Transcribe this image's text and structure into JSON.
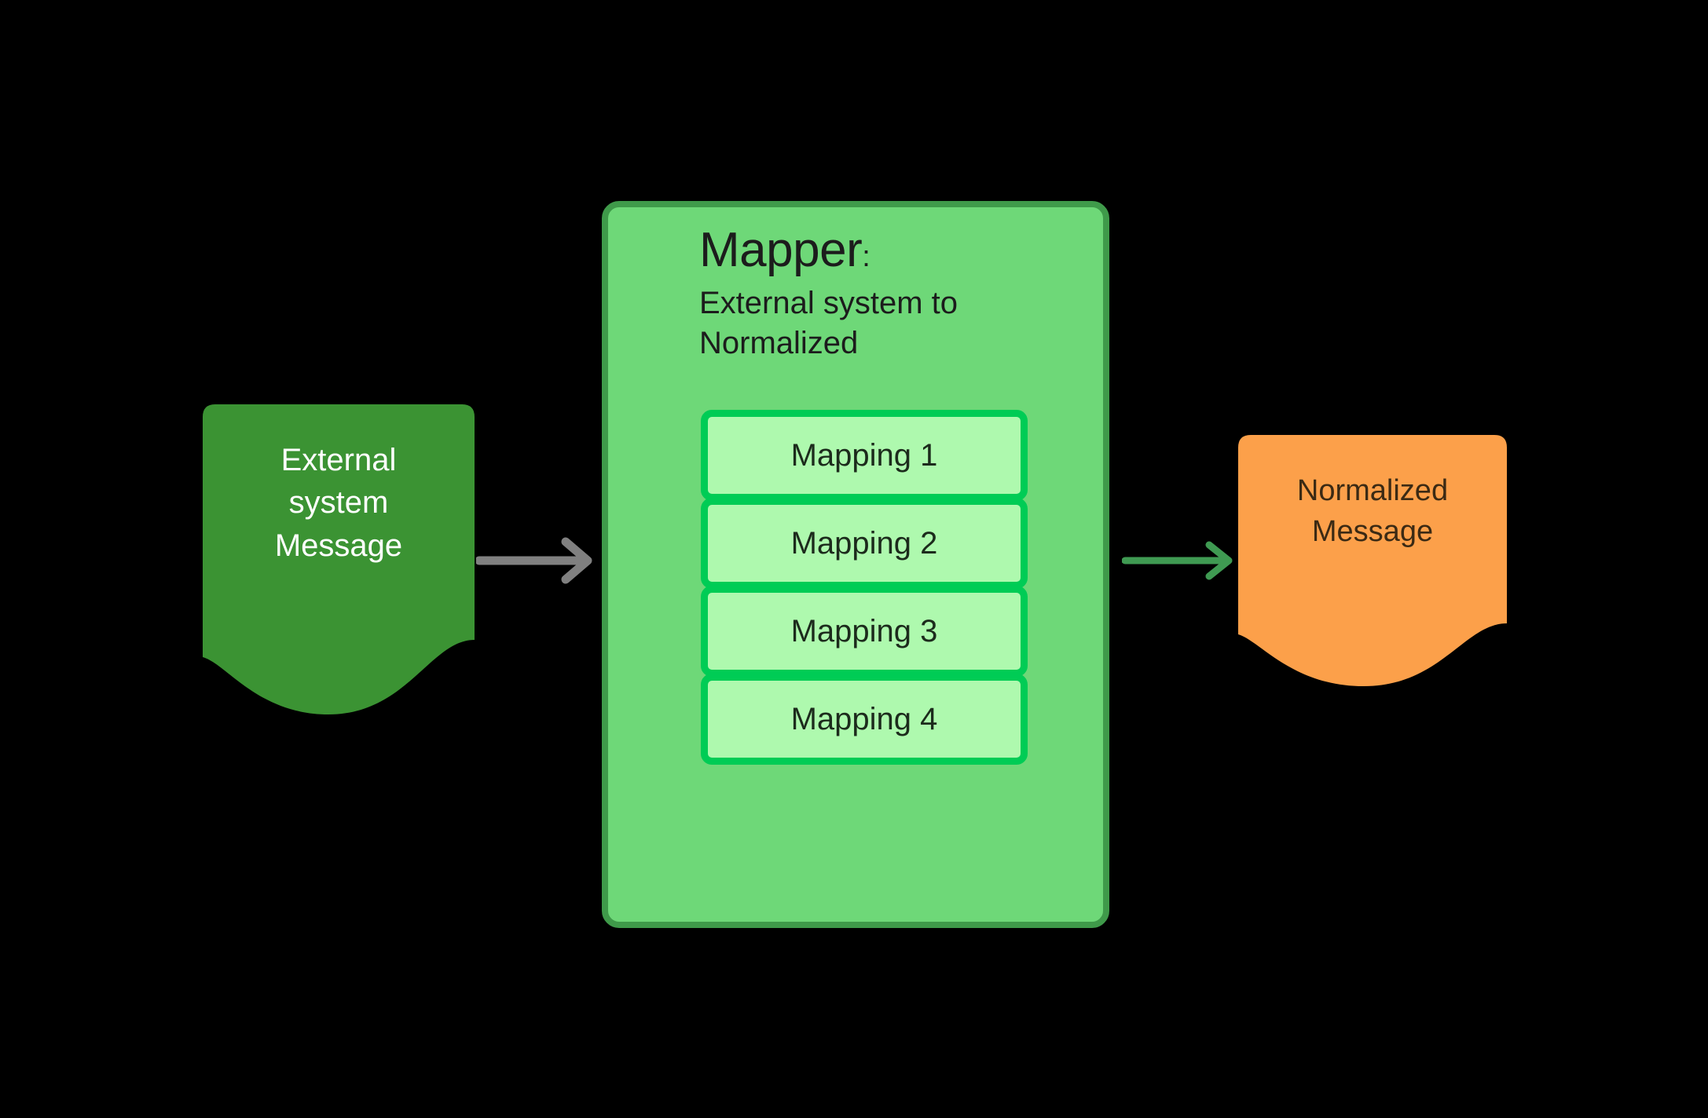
{
  "diagram": {
    "title": "Mapper: External system to Normalized",
    "background_color": "#000000",
    "source_document": {
      "icon": "document-shape-icon",
      "label": "External\nsystem\nMessage",
      "fill_color": "#3B9333",
      "text_color": "#FFFFFF"
    },
    "mapper": {
      "title": "Mapper",
      "title_colon": ":",
      "subtitle": "External system to\nNormalized",
      "fill_color": "#6ED878",
      "border_color": "#3F9A4A",
      "text_color": "#1C1C1C",
      "mappings": [
        {
          "label": "Mapping 1"
        },
        {
          "label": "Mapping 2"
        },
        {
          "label": "Mapping 3"
        },
        {
          "label": "Mapping 4"
        }
      ],
      "mapping_fill_color": "#AEF9AE",
      "mapping_border_color": "#00CC55",
      "mapping_text_color": "#1C2B1C"
    },
    "target_document": {
      "icon": "document-shape-icon",
      "label": "Normalized\nMessage",
      "fill_color": "#FCA04A",
      "text_color": "#3B2A14"
    },
    "arrows": [
      {
        "name": "source-to-mapper",
        "color": "#808080"
      },
      {
        "name": "mapper-to-target",
        "color": "#3F9A52"
      }
    ]
  }
}
